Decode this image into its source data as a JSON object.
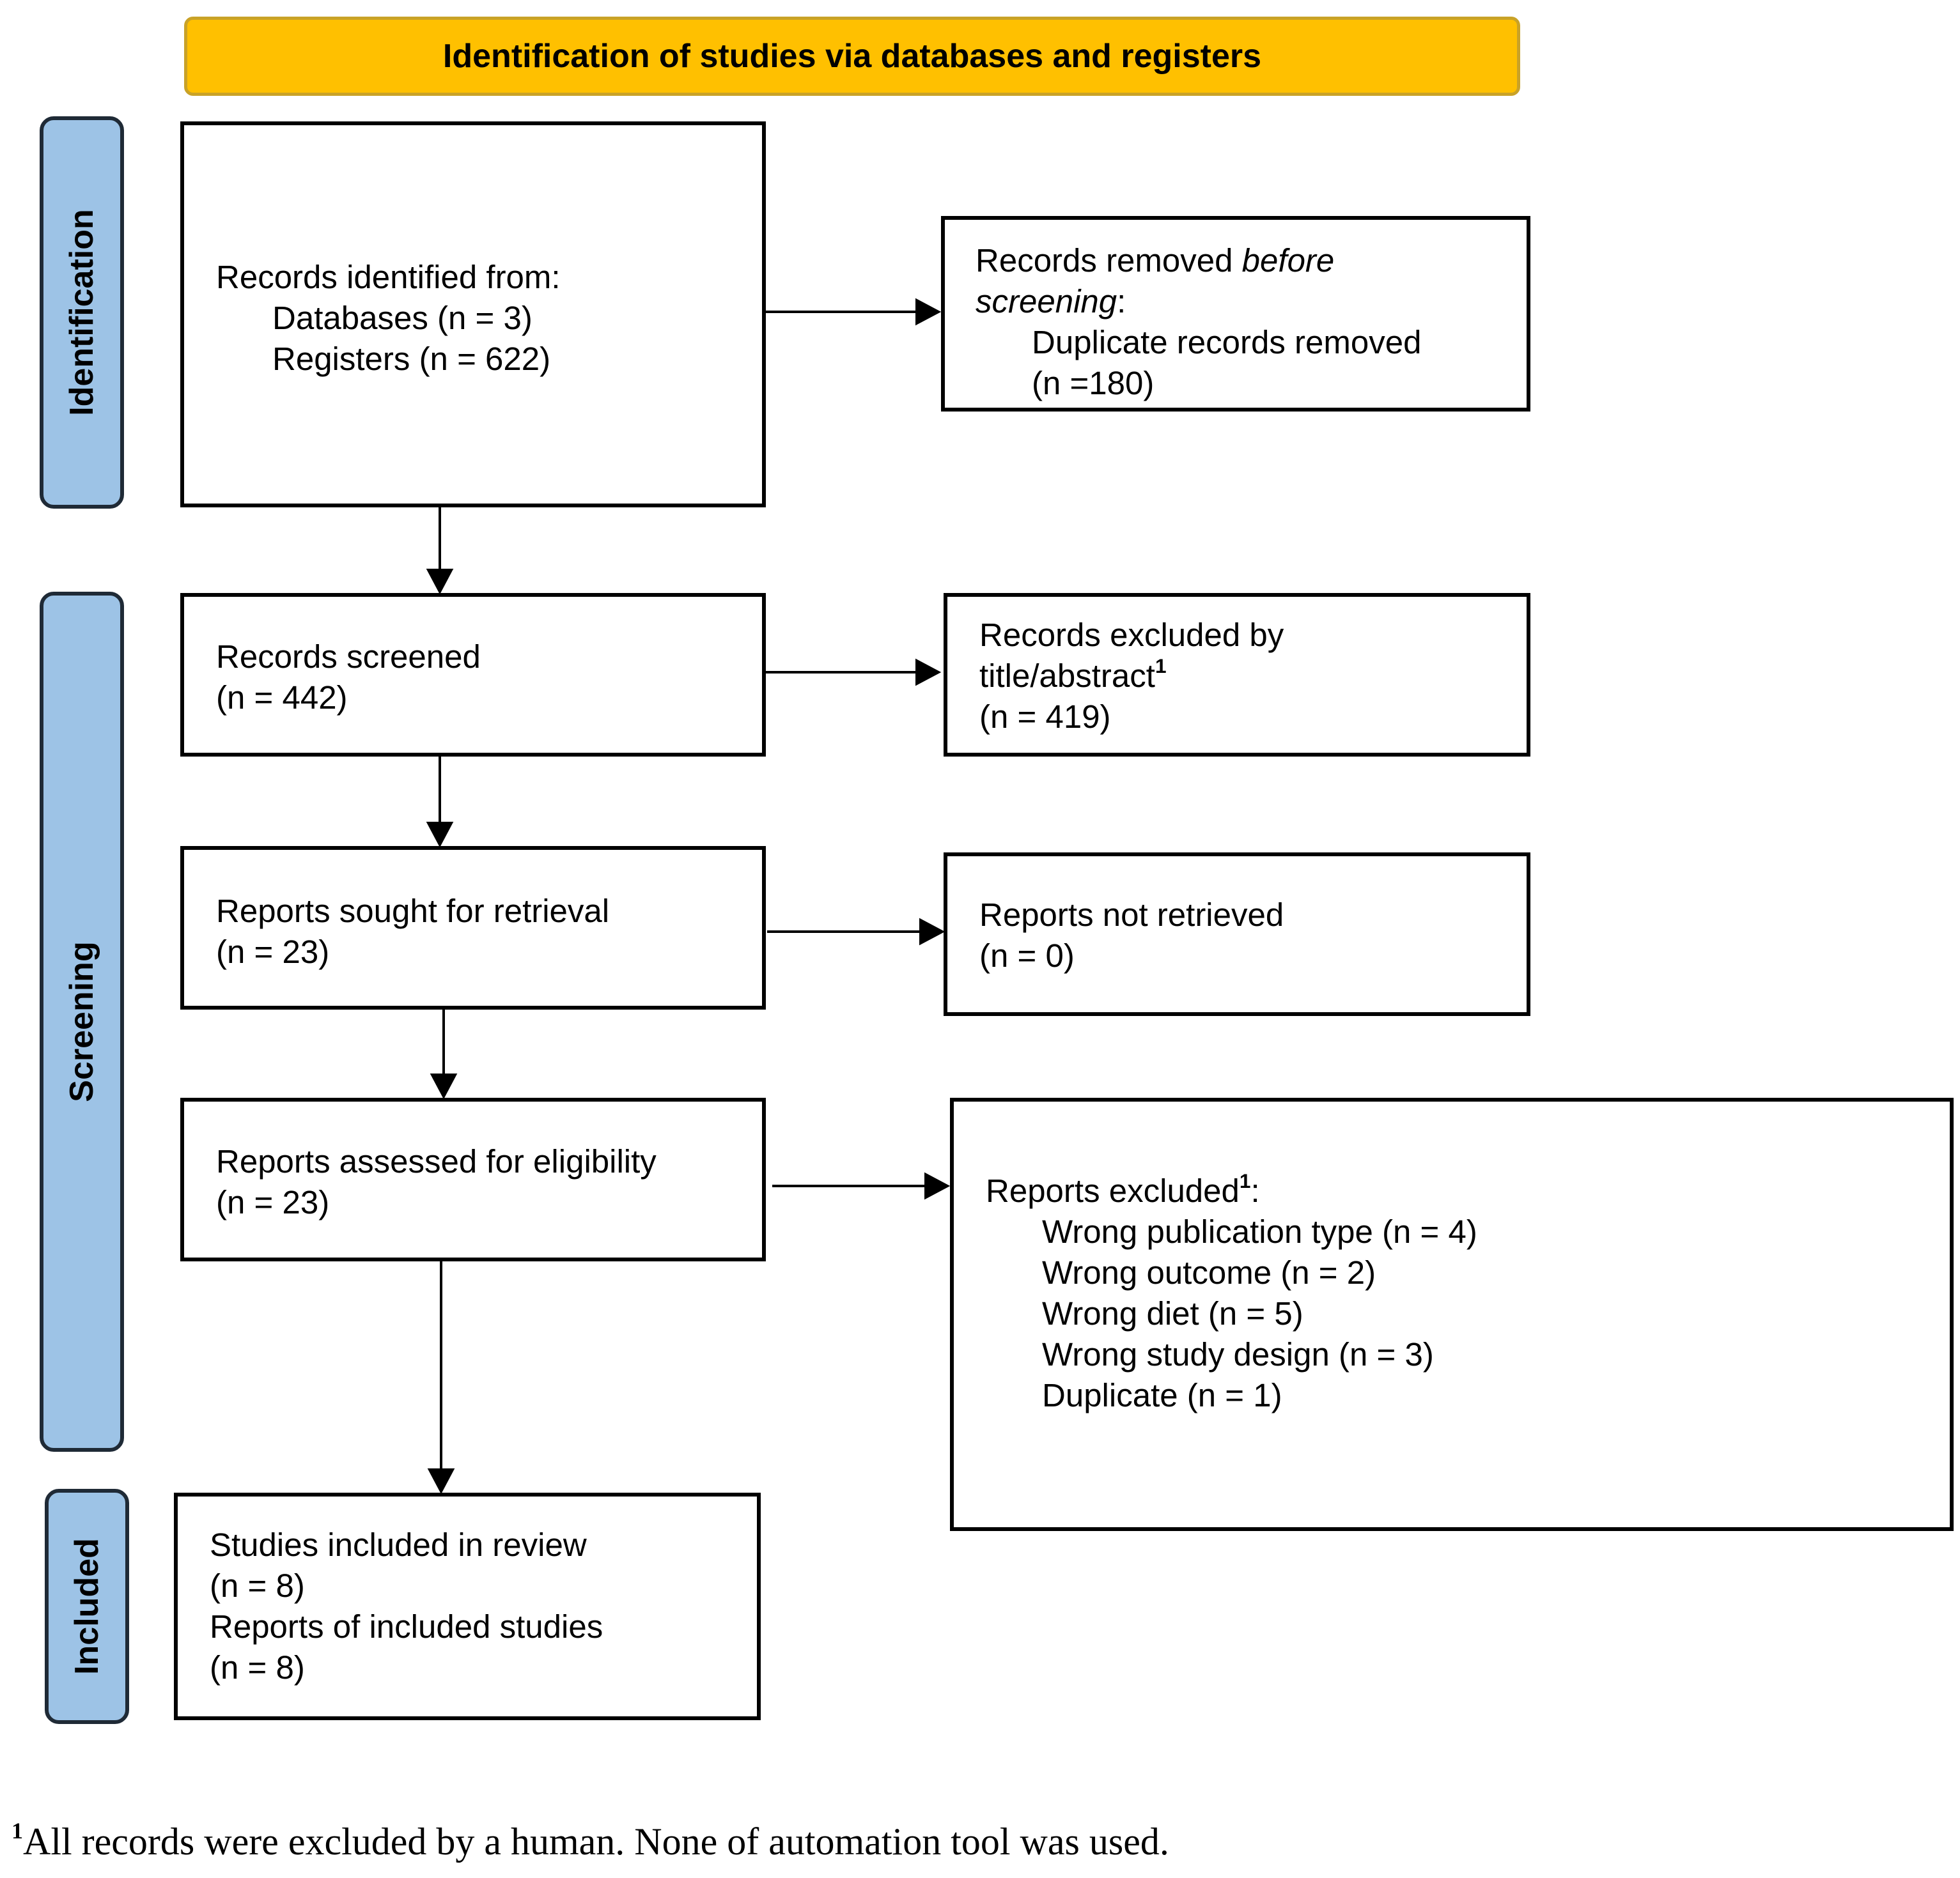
{
  "header": {
    "title": "Identification of studies via databases and registers"
  },
  "stages": {
    "identification": "Identification",
    "screening": "Screening",
    "included": "Included"
  },
  "boxes": {
    "records_identified": {
      "heading": "Records identified from:",
      "databases": "Databases (n = 3)",
      "registers": "Registers (n = 622)"
    },
    "records_removed": {
      "line1_prefix": "Records removed ",
      "line1_emph": "before",
      "line2_emph": "screening",
      "line2_suffix": ":",
      "detail1": "Duplicate records removed",
      "detail2": "(n =180)"
    },
    "records_screened": {
      "label": "Records screened",
      "count": "(n = 442)"
    },
    "records_excluded": {
      "line1": "Records excluded by",
      "line2": "title/abstract",
      "footnote_mark": "1",
      "count": "(n = 419)"
    },
    "reports_sought": {
      "label": "Reports sought for retrieval",
      "count": "(n = 23)"
    },
    "reports_not_retrieved": {
      "label": "Reports not retrieved",
      "count": "(n = 0)"
    },
    "reports_assessed": {
      "label": "Reports assessed for eligibility",
      "count": "(n = 23)"
    },
    "reports_excluded": {
      "heading": "Reports excluded",
      "footnote_mark": "1",
      "heading_suffix": ":",
      "reasons": [
        "Wrong publication type (n = 4)",
        "Wrong outcome (n = 2)",
        "Wrong diet (n = 5)",
        "Wrong study design (n = 3)",
        "Duplicate (n = 1)"
      ]
    },
    "studies_included": {
      "line1": "Studies included in review",
      "line2": "(n = 8)",
      "line3": "Reports of included studies",
      "line4": "(n = 8)"
    }
  },
  "footnote": {
    "mark": "1",
    "text": "All records were excluded by a human. None of automation tool was used."
  },
  "colors": {
    "header_fill": "#FFC000",
    "header_border": "#C9A227",
    "stage_fill": "#9DC3E6",
    "stage_border": "#1F2A36",
    "box_border": "#000000"
  }
}
